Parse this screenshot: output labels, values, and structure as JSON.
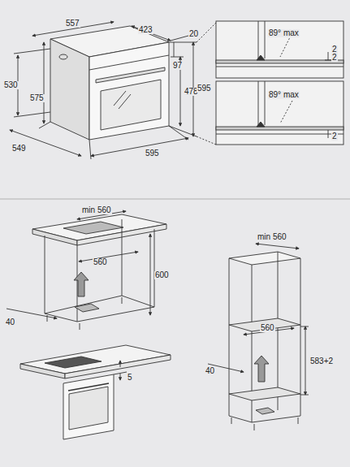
{
  "diagram": {
    "labels": [
      "557",
      "423",
      "20",
      "97",
      "478",
      "530",
      "575",
      "595",
      "549",
      "595",
      "89° max",
      "2",
      "2",
      "89° max",
      "2",
      "min 560",
      "560",
      "600",
      "40",
      "5",
      "min 560",
      "560",
      "583+2",
      "40"
    ]
  }
}
